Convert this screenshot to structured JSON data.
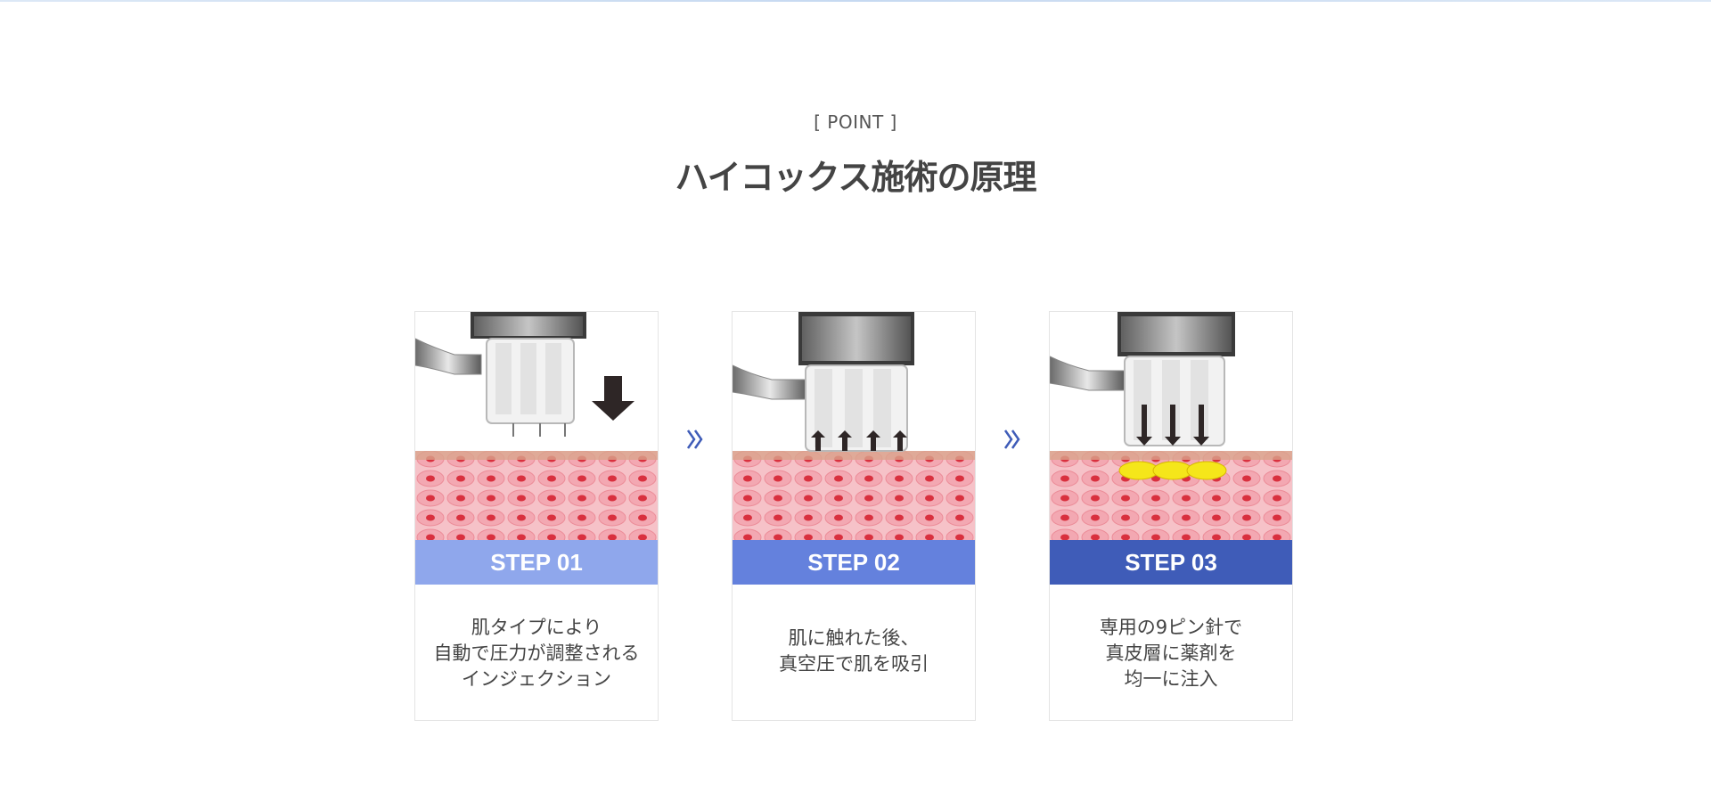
{
  "header": {
    "kicker": "[ POINT ]",
    "title": "ハイコックス施術の原理"
  },
  "steps": [
    {
      "label": "STEP 01",
      "color": "#8fa7ec",
      "lines": [
        "肌タイプにより",
        "自動で圧力が調整される",
        "インジェクション"
      ]
    },
    {
      "label": "STEP 02",
      "color": "#6481dd",
      "lines": [
        "肌に触れた後、",
        "真空圧で肌を吸引"
      ]
    },
    {
      "label": "STEP 03",
      "color": "#3f5cb8",
      "lines": [
        "専用の9ピン針で",
        "真皮層に薬剤を",
        "均一に注入"
      ]
    }
  ],
  "separator_icon": "double-chevron-right-icon",
  "separator_color": "#3f5cb8",
  "arrow_color": "#2e2626",
  "drop_color": "#f5e61a"
}
